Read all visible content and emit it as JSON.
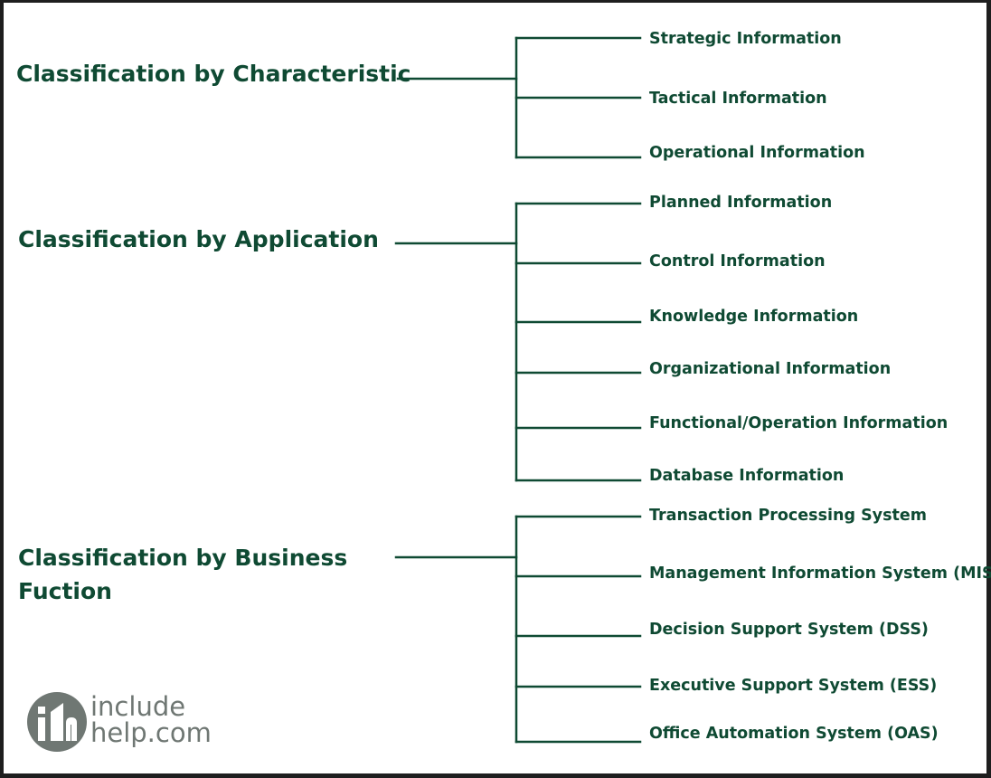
{
  "groups": [
    {
      "title_lines": [
        "Classification by Characteristic"
      ],
      "items": [
        "Strategic Information",
        "Tactical Information",
        "Operational Information"
      ]
    },
    {
      "title_lines": [
        "Classification by Application"
      ],
      "items": [
        "Planned Information",
        "Control Information",
        "Knowledge Information",
        "Organizational Information",
        "Functional/Operation Information",
        "Database Information"
      ]
    },
    {
      "title_lines": [
        "Classification by Business",
        "Fuction"
      ],
      "items": [
        "Transaction Processing System",
        "Management Information System (MIS)",
        "Decision Support System (DSS)",
        "Executive Support System (ESS)",
        "Office Automation System (OAS)"
      ]
    }
  ],
  "logo": {
    "line1": "include",
    "line2": "help.com"
  },
  "colors": {
    "ink": "#0f4a33",
    "logo": "#6f7773"
  }
}
